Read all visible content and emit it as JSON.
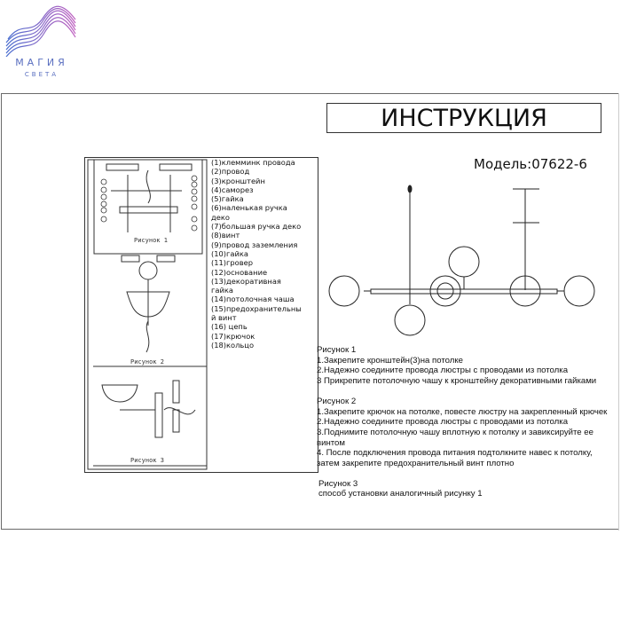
{
  "logo": {
    "name": "МАГИЯ",
    "sub": "СВЕТА"
  },
  "title": "ИНСТРУКЦИЯ",
  "model": "Модель:07622-6",
  "figures": {
    "fig1": "Рисунок 1",
    "fig2": "Рисунок 2",
    "fig3": "Рисунок 3"
  },
  "legend": [
    "(1)клемминк провода",
    "(2)провод",
    "(3)кронштейн",
    "(4)саморез",
    "(5)гайка",
    "(6)наленькая ручка",
    "деко",
    "(7)большая ручка деко",
    "(8)винт",
    "(9)провод заземления",
    "(10)гайка",
    "(11)гровер",
    "(12)основание",
    "(13)декоративная",
    "гайка",
    "(14)потолочная чаша",
    "(15)предохранительны",
    "й винт",
    "(16) цепь",
    "(17)крючок",
    "(18)кольцо"
  ],
  "instructions": {
    "s1_title": "Рисунок 1",
    "s1": [
      "1.Закрепите кронштейн(3)на потолке",
      "2.Надежно соедините провода люстры с проводами из потолка",
      "3 Прикрепите потолочную чашу к кронштейну декоративными гайками"
    ],
    "s2_title": "Рисунок 2",
    "s2": [
      "1.Закрепите крючок на потолке, повесте люстру на закрепленный крючек",
      "2.Надежно соедините провода люстры с проводами из потолка",
      "3.Поднимите потолочную чашу вплотную к потолку и завиксируйте ее",
      "винтом",
      "4.  После подключения провода питания подтолкните навес к потолку,",
      "затем закрепите предохранительный винт плотно"
    ],
    "s3_title": "Рисунок 3",
    "s3": [
      "способ установки аналогичный рисунку 1"
    ]
  }
}
